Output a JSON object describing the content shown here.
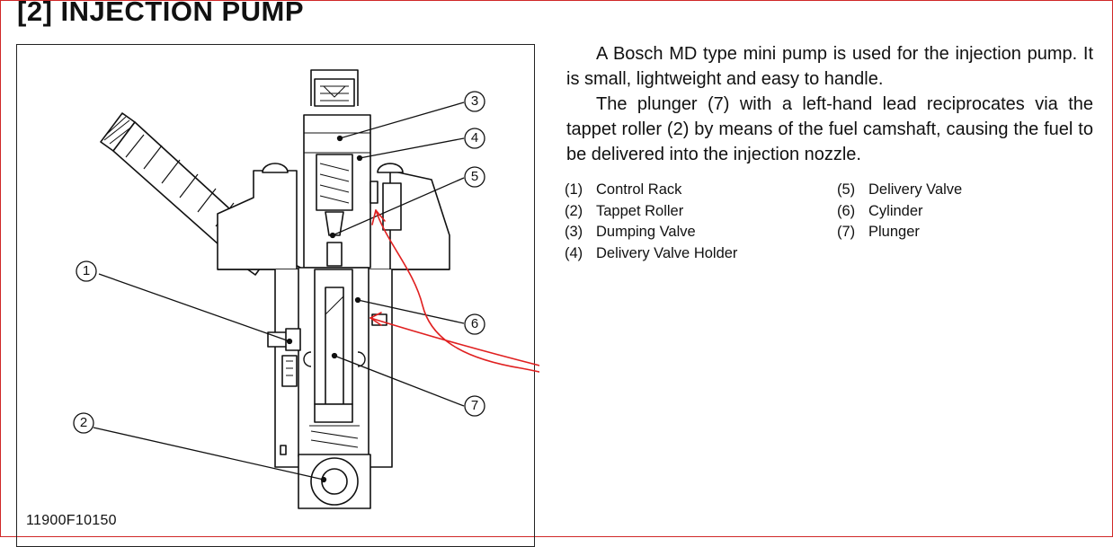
{
  "header": {
    "title": "[2]  INJECTION  PUMP"
  },
  "figure": {
    "code": "11900F10150",
    "callouts": [
      "1",
      "2",
      "3",
      "4",
      "5",
      "6",
      "7"
    ]
  },
  "description": {
    "paragraph_1": "A Bosch MD type mini pump is used for the injection pump.  It is small, lightweight and easy to handle.",
    "paragraph_2": "The plunger (7) with a left-hand lead reciprocates via the tappet roller (2) by means of the fuel camshaft, causing the fuel to be delivered into the injection nozzle."
  },
  "legend": {
    "column_1": [
      {
        "num": "(1)",
        "label": "Control Rack"
      },
      {
        "num": "(2)",
        "label": "Tappet Roller"
      },
      {
        "num": "(3)",
        "label": "Dumping Valve"
      },
      {
        "num": "(4)",
        "label": "Delivery Valve Holder"
      }
    ],
    "column_2": [
      {
        "num": "(5)",
        "label": "Delivery Valve"
      },
      {
        "num": "(6)",
        "label": "Cylinder"
      },
      {
        "num": "(7)",
        "label": "Plunger"
      }
    ]
  },
  "colors": {
    "annotation": "#e02020",
    "border": "#d02828",
    "ink": "#111111"
  }
}
